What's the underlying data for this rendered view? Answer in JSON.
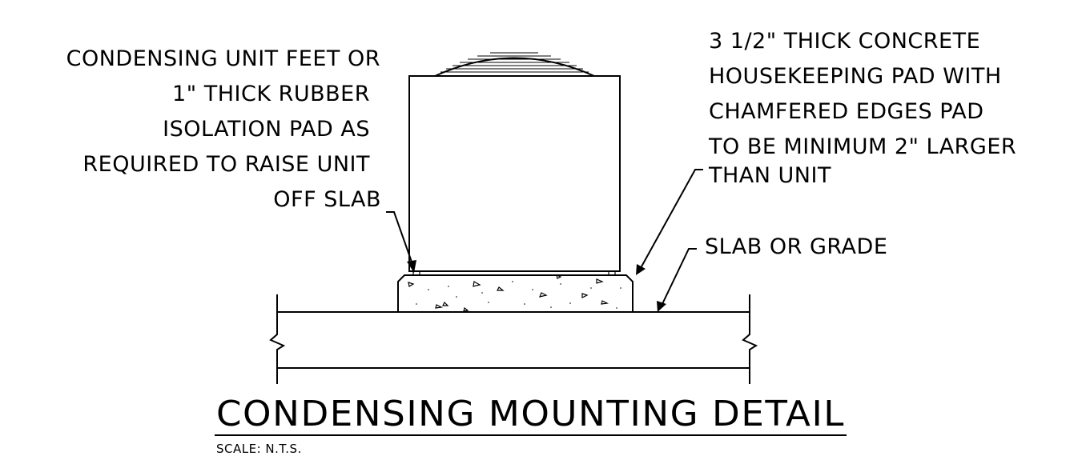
{
  "notes": {
    "left": [
      "CONDENSING UNIT FEET OR",
      "1\" THICK RUBBER",
      "ISOLATION PAD AS",
      "REQUIRED TO RAISE UNIT",
      "OFF SLAB"
    ],
    "right": [
      "3 1/2\" THICK CONCRETE",
      "HOUSEKEEPING PAD WITH",
      "CHAMFERED EDGES PAD",
      "TO BE MINIMUM 2\" LARGER",
      "THAN UNIT"
    ],
    "slab": "SLAB OR GRADE"
  },
  "title": "CONDENSING MOUNTING DETAIL",
  "scale": "SCALE: N.T.S."
}
